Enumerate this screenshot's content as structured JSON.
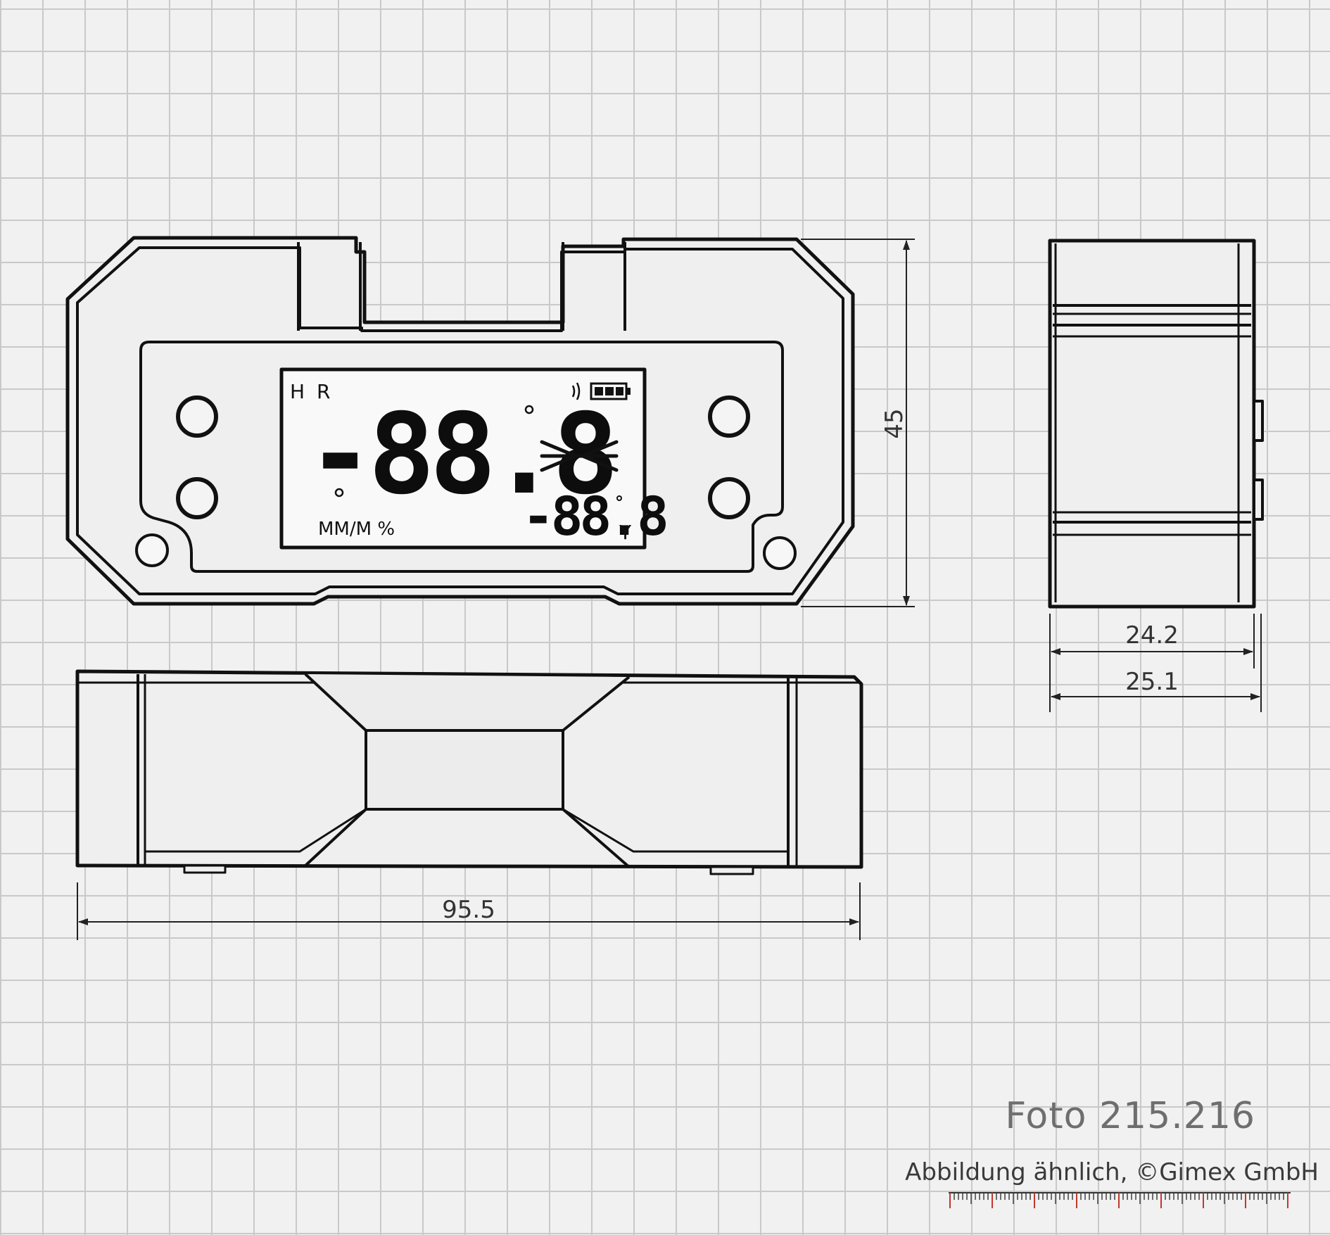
{
  "diagram": {
    "lcd": {
      "mode_label": "H R",
      "main_reading": "-88.8",
      "secondary_reading": "-88.8",
      "unit_label": "MM/M %",
      "axis_label": "Y"
    },
    "dimensions": {
      "height": "45",
      "width_inner": "24.2",
      "width_outer": "25.1",
      "length": "95.5"
    },
    "caption": {
      "photo_ref": "Foto 215.216",
      "copyright": "Abbildung ähnlich, ©Gimex GmbH"
    },
    "colors": {
      "line": "#111111",
      "body_fill": "#efefef",
      "lcd_fill": "#f9f9f9",
      "grid": "#c9c9c9",
      "ruler_accent": "#c0392b"
    }
  }
}
